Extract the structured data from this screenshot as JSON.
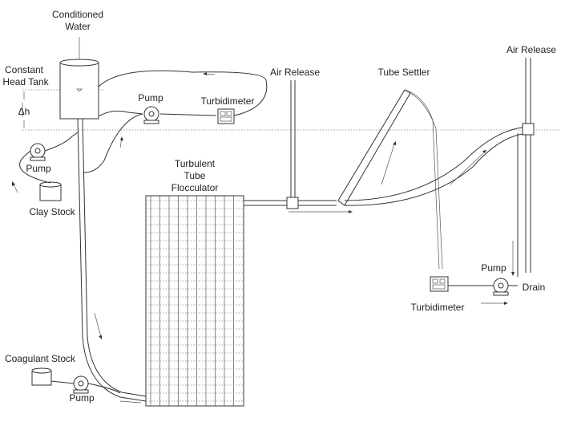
{
  "labels": {
    "conditioned_water": [
      "Conditioned",
      "Water"
    ],
    "constant_head_tank": [
      "Constant",
      "Head Tank"
    ],
    "delta_h": "Δh",
    "pump_clay": "Pump",
    "clay_stock": "Clay Stock",
    "pump_top": "Pump",
    "turbidimeter_top": "Turbidimeter",
    "turbulent_tube_flocculator": [
      "Turbulent",
      "Tube",
      "Flocculator"
    ],
    "air_release_mid": "Air Release",
    "tube_settler": "Tube Settler",
    "air_release_right": "Air Release",
    "pump_right": "Pump",
    "drain": "Drain",
    "turbidimeter_bottom": "Turbidimeter",
    "coagulant_stock": "Coagulant Stock",
    "pump_coagulant": "Pump"
  },
  "colors": {
    "line": "#333333",
    "background": "#ffffff"
  }
}
